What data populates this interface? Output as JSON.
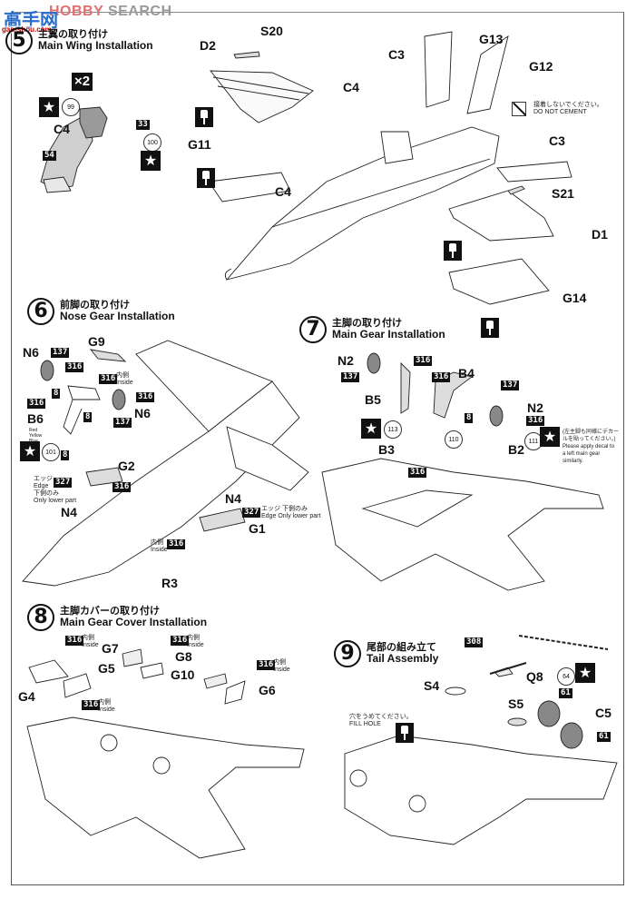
{
  "watermark": {
    "brand_a": "HOBBY",
    "brand_b": " SEARCH",
    "logo": "高手网",
    "site": "gao-shou.com"
  },
  "steps": [
    {
      "num": "5",
      "jp": "主翼の取り付け",
      "en": "Main Wing Installation"
    },
    {
      "num": "6",
      "jp": "前脚の取り付け",
      "en": "Nose Gear Installation"
    },
    {
      "num": "7",
      "jp": "主脚の取り付け",
      "en": "Main Gear Installation"
    },
    {
      "num": "8",
      "jp": "主脚カバーの取り付け",
      "en": "Main Gear Cover Installation"
    },
    {
      "num": "9",
      "jp": "尾部の組み立て",
      "en": "Tail Assembly"
    }
  ],
  "step5": {
    "qty": "×2",
    "parts": [
      "C4",
      "D2",
      "S20",
      "C3",
      "C4",
      "G13",
      "G12",
      "C3",
      "S21",
      "D1",
      "G11",
      "C4",
      "G14"
    ],
    "colors": [
      "33",
      "54"
    ],
    "decals": [
      "99",
      "100"
    ],
    "note_jp": "接着しないでください。",
    "note_en": "DO NOT CEMENT"
  },
  "step6": {
    "parts": [
      "N6",
      "G9",
      "N6",
      "B6",
      "G2",
      "N4",
      "N4",
      "G1",
      "R3"
    ],
    "colors": [
      "137",
      "316",
      "316",
      "8",
      "316",
      "8",
      "137",
      "316",
      "8",
      "327",
      "316",
      "327",
      "316"
    ],
    "decal": "101",
    "inside_jp": "内側",
    "inside_en": "Inside",
    "edge_jp": "エッジ",
    "edge_en": "Edge",
    "lower_jp": "下側のみ",
    "lower_en": "Only lower part",
    "color_notes": [
      "Red",
      "Yellow",
      "Blue"
    ]
  },
  "step7": {
    "parts": [
      "N2",
      "B4",
      "B5",
      "N2",
      "B3",
      "B2"
    ],
    "colors": [
      "316",
      "137",
      "316",
      "137",
      "316",
      "8",
      "316"
    ],
    "decals": [
      "113",
      "110",
      "111"
    ],
    "note_jp": "(左主脚も同様にデカールを貼ってください。)",
    "note_en": "Please apply decal to a left main gear similarly."
  },
  "step8": {
    "parts": [
      "G7",
      "G8",
      "G5",
      "G10",
      "G4",
      "G6"
    ],
    "colors": [
      "316",
      "316",
      "316",
      "316"
    ],
    "inside_jp": "内側",
    "inside_en": "Inside"
  },
  "step9": {
    "parts": [
      "Q8",
      "S4",
      "S5",
      "C5"
    ],
    "colors": [
      "308",
      "61",
      "61"
    ],
    "decal": "64",
    "fill_jp": "穴をうめてください。",
    "fill_en": "FILL HOLE"
  }
}
